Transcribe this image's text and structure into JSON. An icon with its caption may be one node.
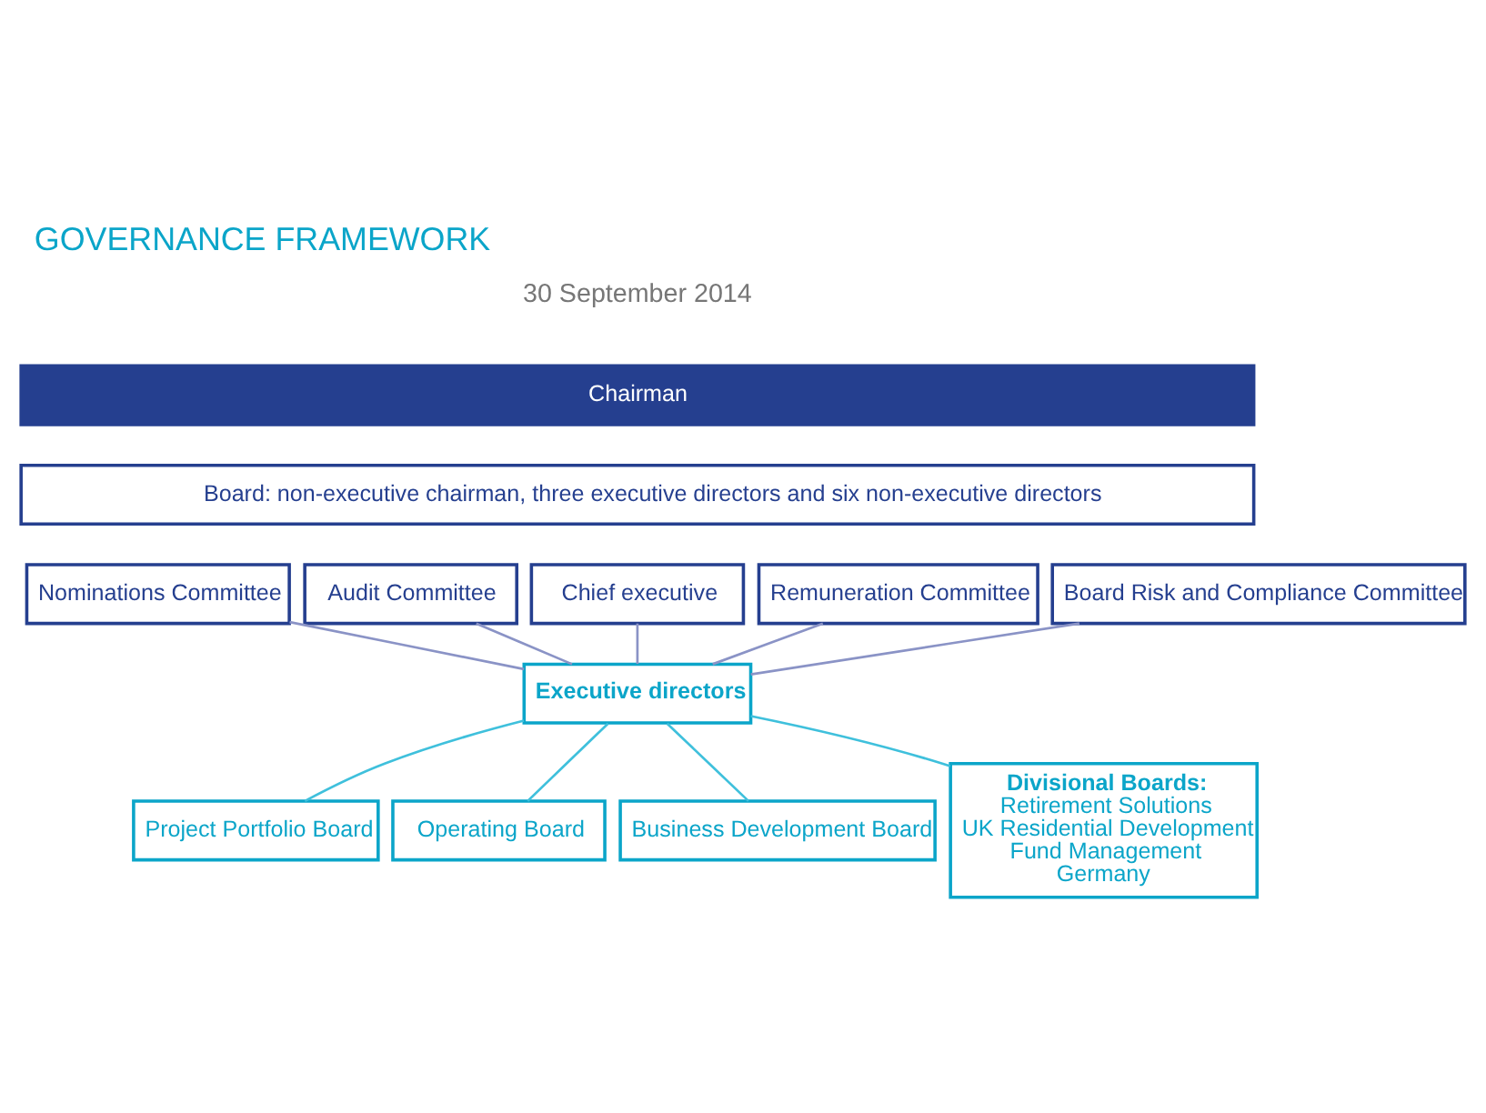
{
  "diagram": {
    "title": "GOVERNANCE FRAMEWORK",
    "nodes": [
      {
        "text": [
          "Chairman"
        ]
      },
      {
        "text": [
          "Board: non-executive chairman, three executive directors and six non-executive directors"
        ]
      },
      {
        "text": [
          "Nominations Committee"
        ]
      },
      {
        "text": [
          "Audit Committee"
        ]
      },
      {
        "text": [
          "Chief executive"
        ]
      },
      {
        "text": [
          "Remuneration Committee"
        ]
      },
      {
        "text": [
          "Board Risk and Compliance Committee"
        ]
      },
      {
        "text": [
          "Executive directors"
        ]
      },
      {
        "text": [
          "Project Portfolio Board"
        ]
      },
      {
        "text": [
          "Operating Board"
        ]
      },
      {
        "text": [
          "Business Development Board"
        ]
      },
      {
        "text": [
          "Divisional Boards:",
          "Retirement Solutions",
          "UK Residential Development",
          "Fund Management",
          "Germany"
        ]
      }
    ],
    "edges": [
      {
        "from": 2,
        "to": 7,
        "arrow": "none"
      },
      {
        "from": 3,
        "to": 7,
        "arrow": "none"
      },
      {
        "from": 4,
        "to": 7,
        "arrow": "none"
      },
      {
        "from": 5,
        "to": 7,
        "arrow": "none"
      },
      {
        "from": 6,
        "to": 7,
        "arrow": "none"
      },
      {
        "from": 7,
        "to": 8,
        "arrow": "none",
        "color": "#3fc0dc"
      },
      {
        "from": 7,
        "to": 9,
        "arrow": "none",
        "color": "#3fc0dc"
      },
      {
        "from": 7,
        "to": 10,
        "arrow": "none",
        "color": "#3fc0dc"
      },
      {
        "from": 7,
        "to": 11,
        "arrow": "none",
        "color": "#3fc0dc"
      }
    ],
    "labels": [
      "30 September 2014"
    ]
  }
}
